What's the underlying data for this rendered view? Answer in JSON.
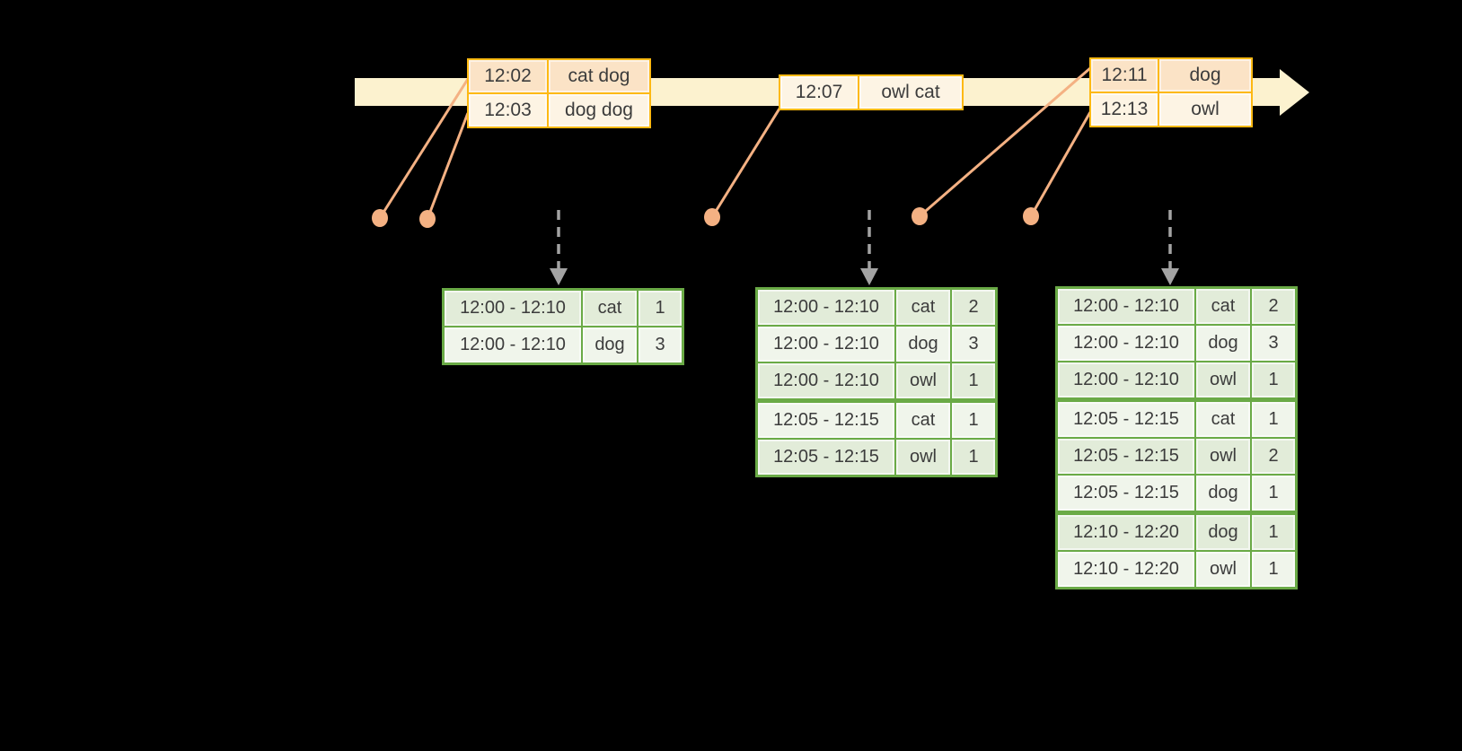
{
  "colors": {
    "background": "#000000",
    "timeline-band": "#fcf2cf",
    "event-border": "#fdb913",
    "event-row-dark": "#fbe3c6",
    "event-row-light": "#fdf4e4",
    "marker-orange": "#f4b183",
    "result-border": "#6aaa46",
    "result-row-dark": "#e2ecd9",
    "result-row-light": "#f0f5eb",
    "trigger-arrow": "#a3a3a3",
    "text": "#3c3c3c"
  },
  "timeline": {
    "batches": [
      {
        "events": [
          {
            "time": "12:02",
            "words": "cat dog",
            "shade": "dark"
          },
          {
            "time": "12:03",
            "words": "dog dog",
            "shade": "light"
          }
        ]
      },
      {
        "events": [
          {
            "time": "12:07",
            "words": "owl cat",
            "shade": "light"
          }
        ]
      },
      {
        "events": [
          {
            "time": "12:11",
            "words": "dog",
            "shade": "dark"
          },
          {
            "time": "12:13",
            "words": "owl",
            "shade": "light"
          }
        ]
      }
    ]
  },
  "results": [
    {
      "rows": [
        {
          "window": "12:00 - 12:10",
          "word": "cat",
          "count": "1"
        },
        {
          "window": "12:00 - 12:10",
          "word": "dog",
          "count": "3"
        }
      ]
    },
    {
      "rows": [
        {
          "window": "12:00 - 12:10",
          "word": "cat",
          "count": "2"
        },
        {
          "window": "12:00 - 12:10",
          "word": "dog",
          "count": "3"
        },
        {
          "window": "12:00 - 12:10",
          "word": "owl",
          "count": "1"
        },
        {
          "window": "12:05 - 12:15",
          "word": "cat",
          "count": "1"
        },
        {
          "window": "12:05 - 12:15",
          "word": "owl",
          "count": "1"
        }
      ]
    },
    {
      "rows": [
        {
          "window": "12:00 - 12:10",
          "word": "cat",
          "count": "2"
        },
        {
          "window": "12:00 - 12:10",
          "word": "dog",
          "count": "3"
        },
        {
          "window": "12:00 - 12:10",
          "word": "owl",
          "count": "1"
        },
        {
          "window": "12:05 - 12:15",
          "word": "cat",
          "count": "1"
        },
        {
          "window": "12:05 - 12:15",
          "word": "owl",
          "count": "2"
        },
        {
          "window": "12:05 - 12:15",
          "word": "dog",
          "count": "1"
        },
        {
          "window": "12:10 - 12:20",
          "word": "dog",
          "count": "1"
        },
        {
          "window": "12:10 - 12:20",
          "word": "owl",
          "count": "1"
        }
      ]
    }
  ]
}
